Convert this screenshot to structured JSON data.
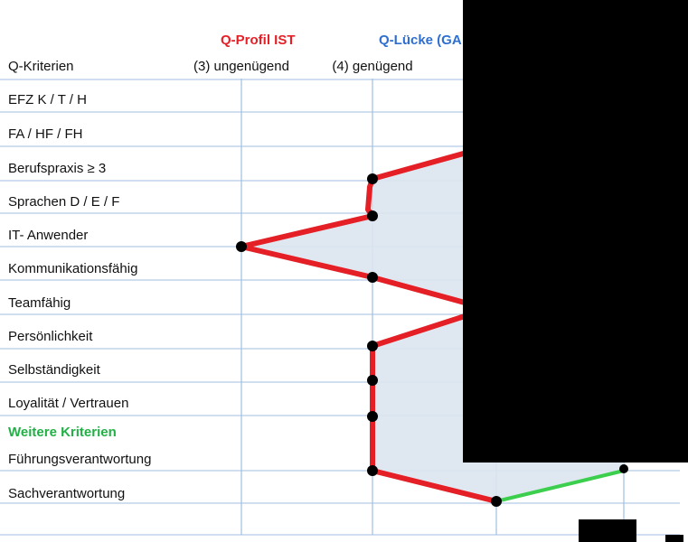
{
  "chart_data": {
    "type": "line",
    "legend": {
      "ist": {
        "label": "Q-Profil IST",
        "color": "#e41f26"
      },
      "gap": {
        "label": "Q-Lücke (GA",
        "color": "#2f6fd0"
      }
    },
    "header_label": "Q-Kriterien",
    "levels": [
      {
        "value": 3,
        "label": "(3) ungenügend"
      },
      {
        "value": 4,
        "label": "(4) genügend"
      },
      {
        "value": 5,
        "label": ""
      },
      {
        "value": 6,
        "label": ""
      }
    ],
    "criteria": [
      "EFZ  K / T / H",
      "FA / HF / FH",
      "Berufspraxis ≥ 3",
      "Sprachen D / E / F",
      "IT- Anwender",
      "Kommunikationsfähig",
      "Teamfähig",
      "Persönlichkeit",
      "Selbständigkeit",
      "Loyalität / Vertrauen",
      "Führungsverantwortung",
      "Sachverantwortung"
    ],
    "section_label": "Weitere Kriterien",
    "ist_points": [
      {
        "criterion": "Berufspraxis ≥ 3",
        "value": 4
      },
      {
        "criterion": "Sprachen D / E / F",
        "value": 4
      },
      {
        "criterion": "IT- Anwender",
        "value": 3
      },
      {
        "criterion": "Kommunikationsfähig",
        "value": 4
      },
      {
        "criterion": "Persönlichkeit",
        "value": 4
      },
      {
        "criterion": "Selbständigkeit",
        "value": 4
      },
      {
        "criterion": "Loyalität / Vertrauen",
        "value": 4
      },
      {
        "criterion": "Führungsverantwortung",
        "value": 4
      },
      {
        "criterion": "Sachverantwortung",
        "value": 5
      }
    ],
    "target_points": [
      {
        "criterion": "Führungsverantwortung",
        "value": 6
      },
      {
        "criterion": "Sachverantwortung",
        "value": 5
      }
    ],
    "colors": {
      "grid": "#9fbfe2",
      "fill": "#dbe5ef",
      "ist_line": "#e41f26",
      "target_line": "#3ccf4e",
      "marker": "#000000",
      "section": "#22b046"
    }
  }
}
